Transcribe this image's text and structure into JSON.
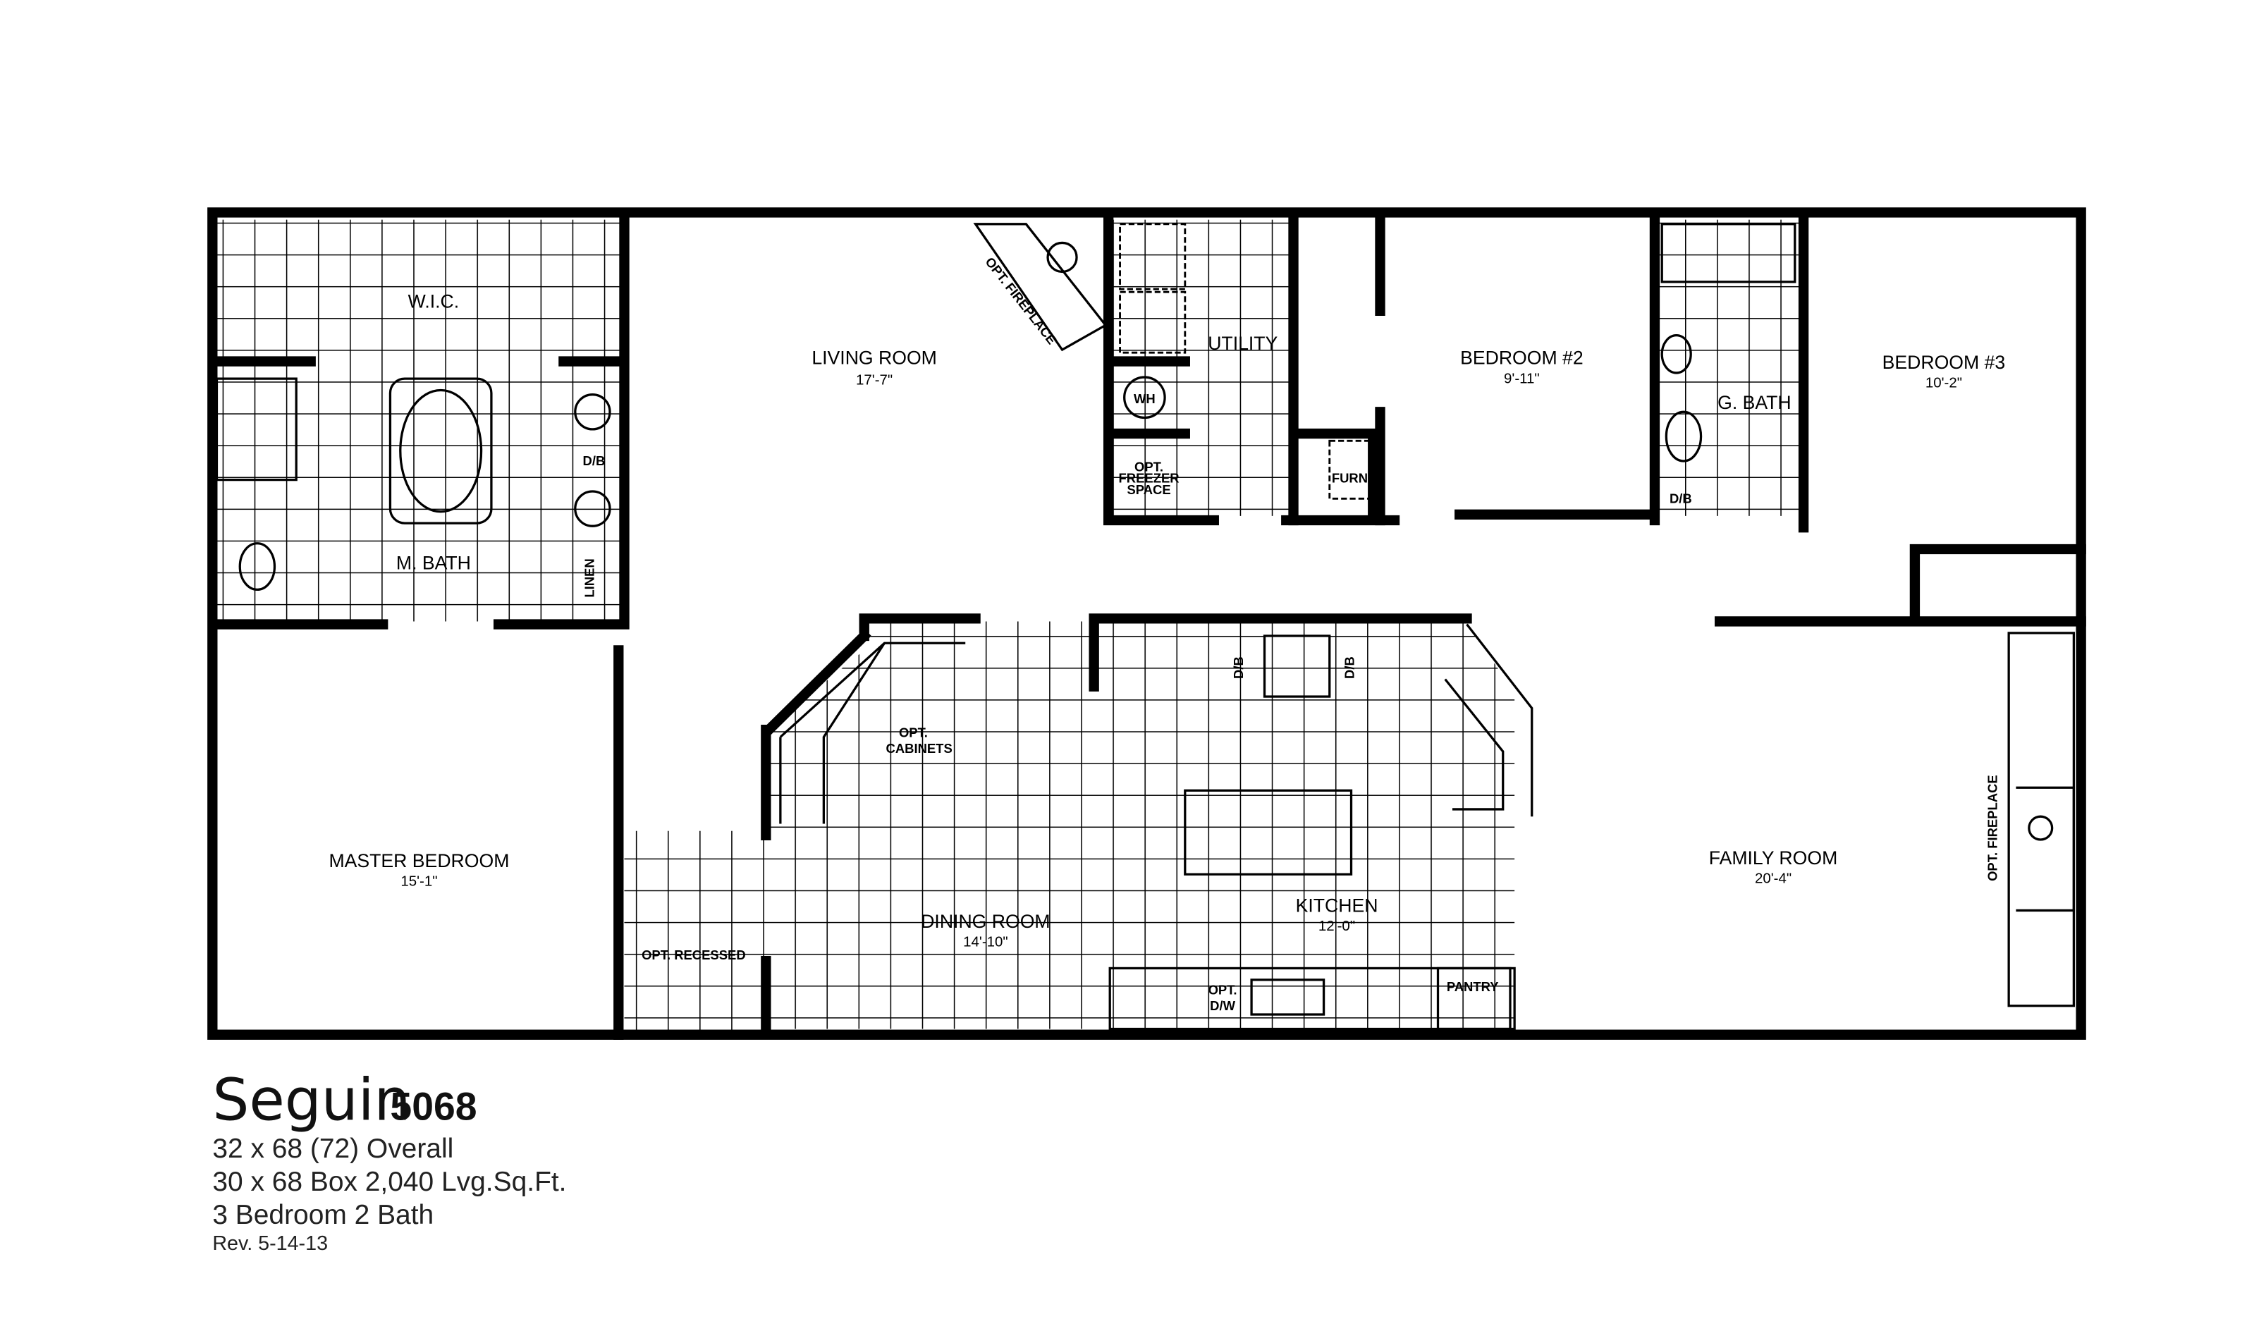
{
  "plan": {
    "name": "Seguin",
    "model": "5068",
    "overall": "32 x 68 (72) Overall",
    "box": "30 x 68 Box  2,040 Lvg.Sq.Ft.",
    "beds_baths": "3 Bedroom  2 Bath",
    "revision": "Rev. 5-14-13"
  },
  "rooms": {
    "wic": "W.I.C.",
    "living": {
      "name": "LIVING ROOM",
      "size": "17'-7\""
    },
    "living_fireplace": "OPT. FIREPLACE",
    "utility": "UTILITY",
    "wh": "WH",
    "freezer": [
      "OPT.",
      "FREEZER",
      "SPACE"
    ],
    "furn": "FURN",
    "bed2": {
      "name": "BEDROOM #2",
      "size": "9'-11\""
    },
    "gbath": "G. BATH",
    "gbath_db": "D/B",
    "bed3": {
      "name": "BEDROOM #3",
      "size": "10'-2\""
    },
    "mbath": "M. BATH",
    "mbath_db": "D/B",
    "linen": "LINEN",
    "master": {
      "name": "MASTER BEDROOM",
      "size": "15'-1\""
    },
    "cabinets": [
      "OPT.",
      "CABINETS"
    ],
    "kitchen_db1": "D/B",
    "kitchen_db2": "D/B",
    "dining": {
      "name": "DINING ROOM",
      "size": "14'-10\""
    },
    "kitchen": {
      "name": "KITCHEN",
      "size": "12'-0\""
    },
    "recessed": "OPT. RECESSED",
    "dw": [
      "OPT.",
      "D/W"
    ],
    "pantry": "PANTRY",
    "family": {
      "name": "FAMILY ROOM",
      "size": "20'-4\""
    },
    "family_fireplace": "OPT. FIREPLACE"
  }
}
